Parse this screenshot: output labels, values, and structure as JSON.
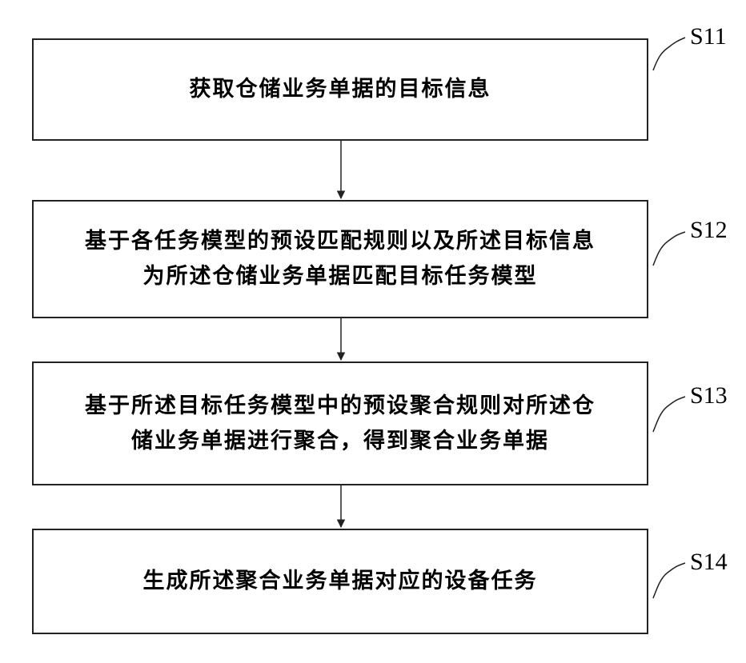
{
  "steps": [
    {
      "id": "S11",
      "lines": [
        "获取仓储业务单据的目标信息"
      ]
    },
    {
      "id": "S12",
      "lines": [
        "基于各任务模型的预设匹配规则以及所述目标信息",
        "为所述仓储业务单据匹配目标任务模型"
      ]
    },
    {
      "id": "S13",
      "lines": [
        "基于所述目标任务模型中的预设聚合规则对所述仓",
        "储业务单据进行聚合，得到聚合业务单据"
      ]
    },
    {
      "id": "S14",
      "lines": [
        "生成所述聚合业务单据对应的设备任务"
      ]
    }
  ]
}
